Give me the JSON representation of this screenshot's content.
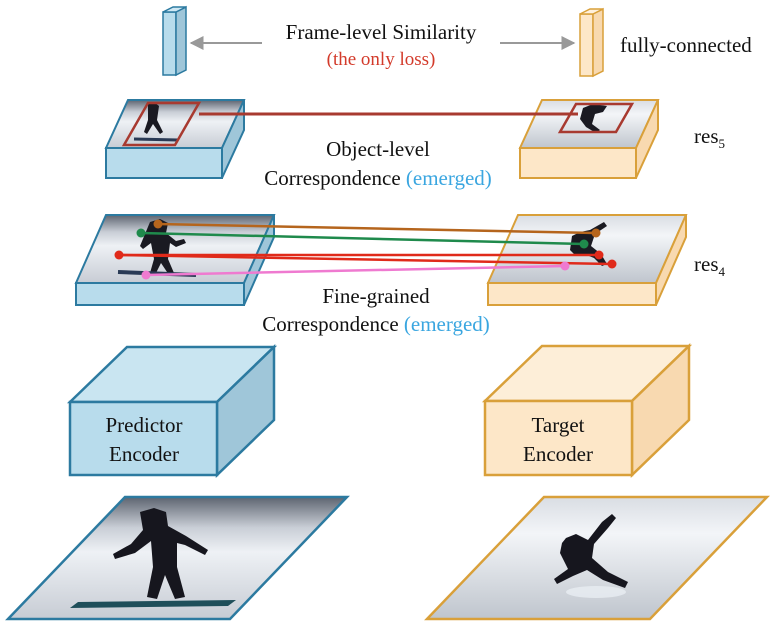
{
  "top": {
    "title": "Frame-level Similarity",
    "note": "(the only loss)",
    "fc_label": "fully-connected"
  },
  "labels": {
    "res5_base": "res",
    "res5_sub": "5",
    "res4_base": "res",
    "res4_sub": "4"
  },
  "object_level": {
    "line1": "Object-level",
    "line2_prefix": "Correspondence",
    "line2_emph": "(emerged)"
  },
  "fine_grained": {
    "line1": "Fine-grained",
    "line2_prefix": "Correspondence",
    "line2_emph": "(emerged)"
  },
  "encoders": {
    "predictor": {
      "line1": "Predictor",
      "line2": "Encoder"
    },
    "target": {
      "line1": "Target",
      "line2": "Encoder"
    }
  },
  "colors": {
    "blue_face": "#b8dcec",
    "blue_dark": "#9fc6d9",
    "blue_edge": "#2c7aa0",
    "orange_face": "#fde7c8",
    "orange_dark": "#f8d9b0",
    "orange_edge": "#d9a03a",
    "loss_red": "#d33a2a",
    "emerged_blue": "#3aa6e0",
    "arrow_gray": "#999999",
    "corr_dark_red": "#a83a30",
    "corr_brown": "#b5651d",
    "corr_green": "#1f8a4c",
    "corr_red": "#e02a1a",
    "corr_pink": "#ef7ad0"
  },
  "correspondence_lines": [
    {
      "name": "object-level",
      "color": "corr_dark_red"
    },
    {
      "name": "fine-brown",
      "color": "corr_brown"
    },
    {
      "name": "fine-green",
      "color": "corr_green"
    },
    {
      "name": "fine-red",
      "color": "corr_red"
    },
    {
      "name": "fine-pink",
      "color": "corr_pink"
    }
  ]
}
